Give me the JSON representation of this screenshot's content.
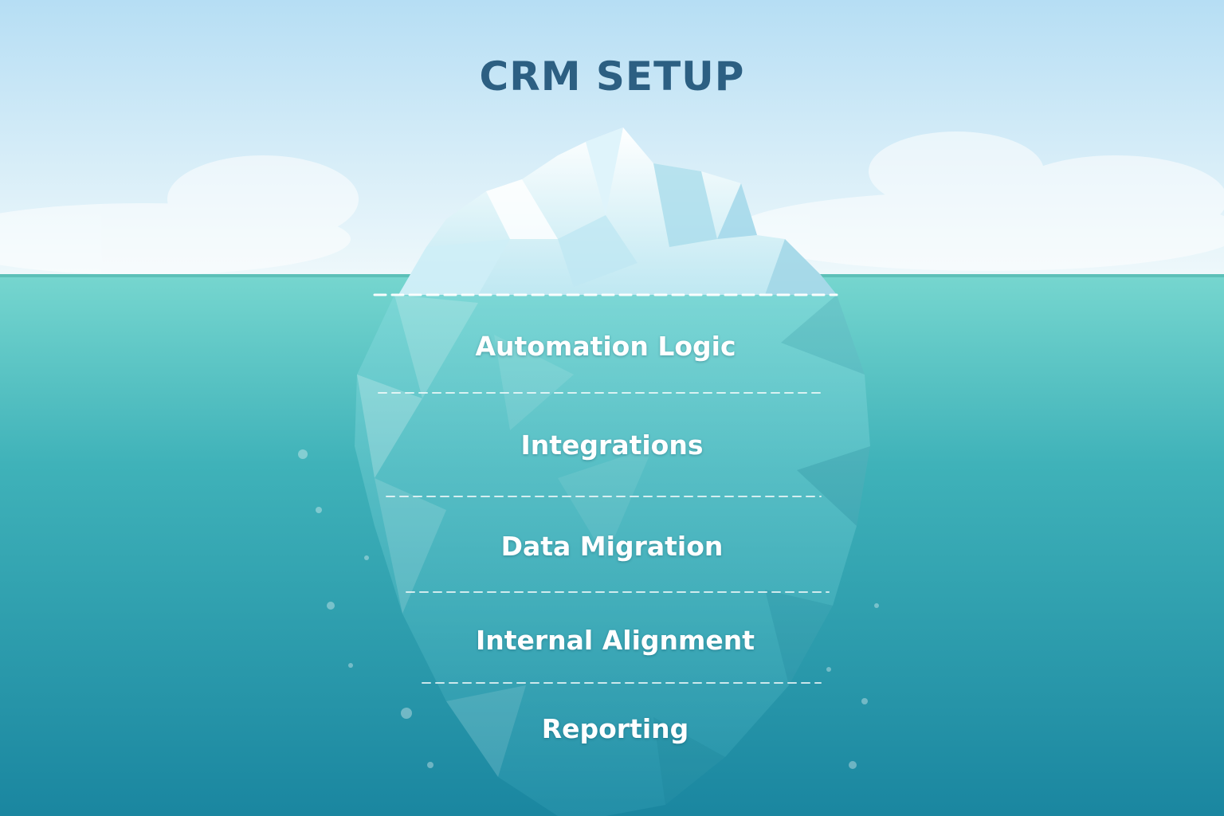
{
  "diagram": {
    "title": "CRM SETUP",
    "layers": [
      {
        "label": "Automation Logic"
      },
      {
        "label": "Integrations"
      },
      {
        "label": "Data Migration"
      },
      {
        "label": "Internal Alignment"
      },
      {
        "label": "Reporting"
      }
    ]
  },
  "colors": {
    "sky_top": "#bfe4f6",
    "sky_bottom": "#eaf7fb",
    "sea_top": "#6fd0cc",
    "sea_bottom": "#1f8fa8",
    "title": "#2c5f82",
    "label": "#ffffff"
  }
}
